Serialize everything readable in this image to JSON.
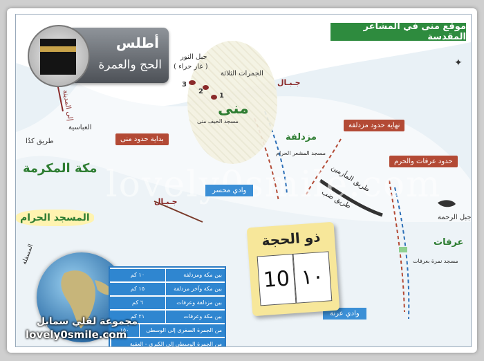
{
  "header": {
    "title": "موقع منى في المشاعر المقدسة"
  },
  "atlas": {
    "line1": "أطلس",
    "line2": "الحج والعمرة"
  },
  "places": {
    "mina": "منى",
    "jabal_nour": "جبل النور",
    "ghar_hira": "( غار حراء )",
    "jamarat": "الجمرات الثلاثة",
    "masjid_khayf": "مسجد الخيف منى",
    "muzdalifah": "مزدلفة",
    "masjid_mashar": "مسجد المشعر الحرام",
    "makkah": "مكة المكرمة",
    "masjid_haram": "المسجد الحرام",
    "arafat": "عرفات",
    "jabal_rahmah": "جبل الرحمة",
    "masjid_namirah": "مسجد نمرة بعرفات",
    "road_kadi": "طريق كدُا",
    "road_madinah": "إلى المدينة",
    "abbasiya": "العباسية",
    "mufalha": "المسفلة",
    "mountains_1": "جـبـال",
    "mountains_2": "جـبـال",
    "road_maazimain": "طريق المأزمين",
    "road_dab": "طريق ضب"
  },
  "jamarat_numbers": [
    "1",
    "2",
    "3"
  ],
  "labels": {
    "mina_start": "بداية حدود منى",
    "muzdalifah_end": "نهاية حدود مزدلفة",
    "arafat_haram": "حدود عرفات والحرم",
    "wadi_muhassir": "وادي محسر",
    "wadi_uranah": "وادي عرنة"
  },
  "distance_table": [
    {
      "route": "بين مكة ومزدلفة",
      "distance": "١٠ كم"
    },
    {
      "route": "بين مكة وآخر مزدلفة",
      "distance": "١٥ كم"
    },
    {
      "route": "بين مزدلفة وعرفات",
      "distance": "٦ كم"
    },
    {
      "route": "بين مكة وعرفات",
      "distance": "٢١ كم"
    },
    {
      "route": "من الجمرة الصغرى إلى الوسطى",
      "distance": "١٥٠"
    },
    {
      "route": "من الجمرة الوسطى إلى الكبرى - العقبة",
      "distance": ""
    }
  ],
  "calendar": {
    "month": "ذو الحجة",
    "day_western": "10",
    "day_arabic": "١٠"
  },
  "watermark": "lovely0smile.com",
  "site": {
    "arabic": "مجموعة لفلي سمايل",
    "url": "lovely0smile.com"
  },
  "colors": {
    "header_green": "#2e8b3e",
    "red_box": "#b34a35",
    "blue_box": "#3b8fd6",
    "mina_green": "#3a9a3a"
  }
}
